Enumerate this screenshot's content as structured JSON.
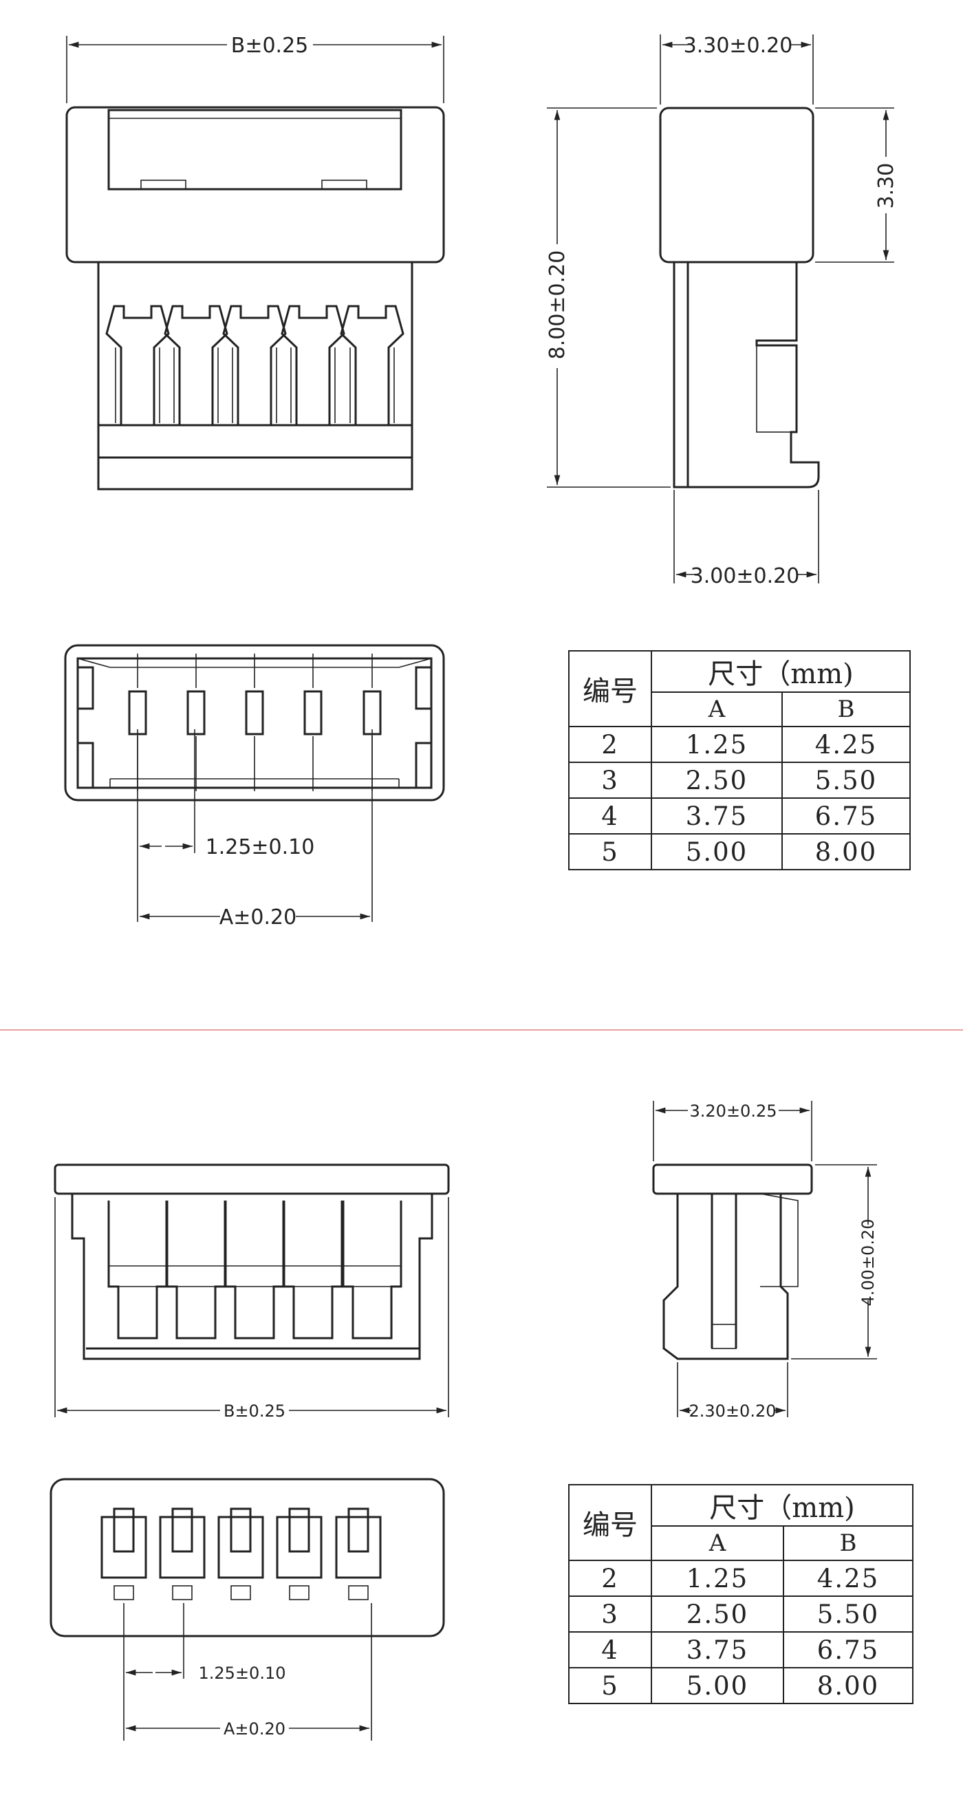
{
  "top_view": {
    "width_dim": "B±0.25",
    "pitch_dim": "1.25±0.10",
    "span_dim": "A±0.20"
  },
  "top_side": {
    "width_dim": "3.30±0.20",
    "upper_height_dim": "3.30",
    "height_dim": "8.00±0.20",
    "base_dim": "3.00±0.20"
  },
  "top_table": {
    "header": "编号",
    "size_header": "尺寸（mm)",
    "col_a": "A",
    "col_b": "B",
    "rows": [
      {
        "no": "2",
        "a": "1.25",
        "b": "4.25"
      },
      {
        "no": "3",
        "a": "2.50",
        "b": "5.50"
      },
      {
        "no": "4",
        "a": "3.75",
        "b": "6.75"
      },
      {
        "no": "5",
        "a": "5.00",
        "b": "8.00"
      }
    ]
  },
  "bottom_view": {
    "width_dim": "B±0.25",
    "pitch_dim": "1.25±0.10",
    "span_dim": "A±0.20"
  },
  "bottom_side": {
    "width_dim": "3.20±0.25",
    "height_dim": "4.00±0.20",
    "base_dim": "2.30±0.20"
  },
  "bottom_table": {
    "header": "编号",
    "size_header": "尺寸（mm)",
    "col_a": "A",
    "col_b": "B",
    "rows": [
      {
        "no": "2",
        "a": "1.25",
        "b": "4.25"
      },
      {
        "no": "3",
        "a": "2.50",
        "b": "5.50"
      },
      {
        "no": "4",
        "a": "3.75",
        "b": "6.75"
      },
      {
        "no": "5",
        "a": "5.00",
        "b": "8.00"
      }
    ]
  }
}
